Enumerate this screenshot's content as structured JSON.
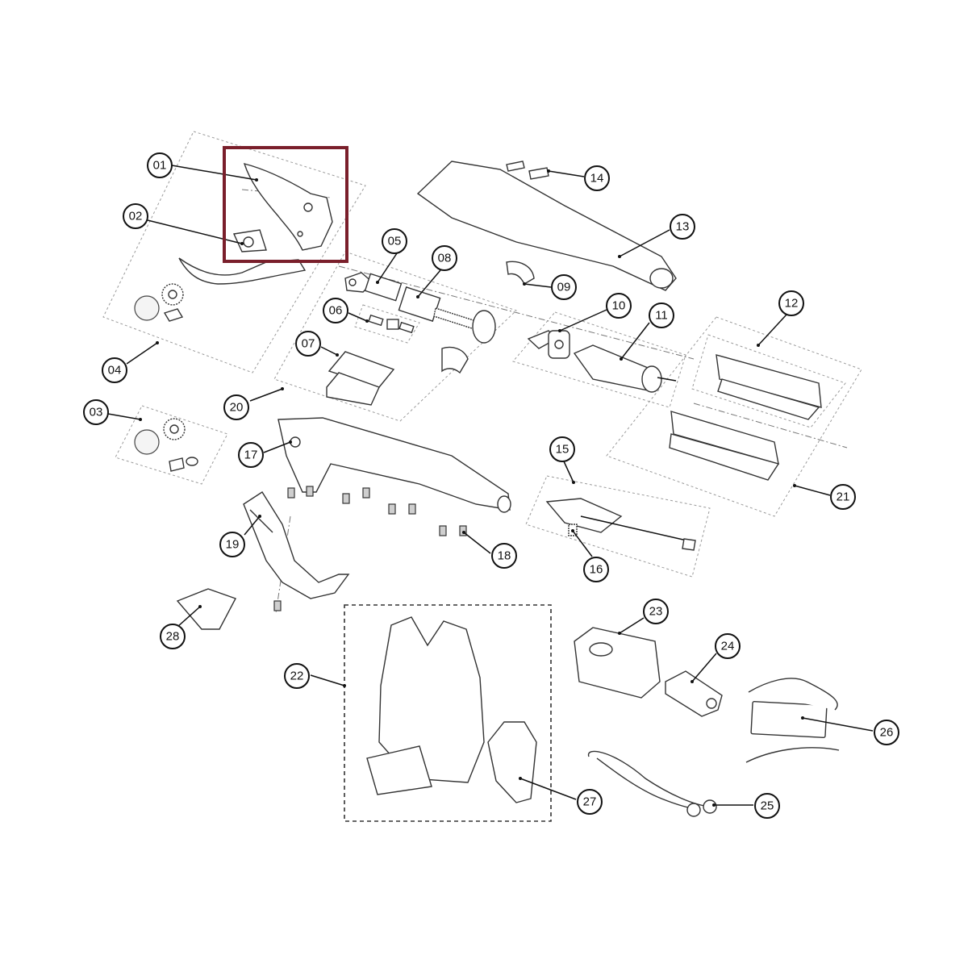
{
  "highlight": {
    "target_part": "01",
    "color": "#7a1f2b"
  },
  "callouts": [
    {
      "id": "c01",
      "label": "01"
    },
    {
      "id": "c02",
      "label": "02"
    },
    {
      "id": "c03",
      "label": "03"
    },
    {
      "id": "c04",
      "label": "04"
    },
    {
      "id": "c05",
      "label": "05"
    },
    {
      "id": "c06",
      "label": "06"
    },
    {
      "id": "c07",
      "label": "07"
    },
    {
      "id": "c08",
      "label": "08"
    },
    {
      "id": "c09",
      "label": "09"
    },
    {
      "id": "c10",
      "label": "10"
    },
    {
      "id": "c11",
      "label": "11"
    },
    {
      "id": "c12",
      "label": "12"
    },
    {
      "id": "c13",
      "label": "13"
    },
    {
      "id": "c14",
      "label": "14"
    },
    {
      "id": "c15",
      "label": "15"
    },
    {
      "id": "c16",
      "label": "16"
    },
    {
      "id": "c17",
      "label": "17"
    },
    {
      "id": "c18",
      "label": "18"
    },
    {
      "id": "c19",
      "label": "19"
    },
    {
      "id": "c20",
      "label": "20"
    },
    {
      "id": "c21",
      "label": "21"
    },
    {
      "id": "c22",
      "label": "22"
    },
    {
      "id": "c23",
      "label": "23"
    },
    {
      "id": "c24",
      "label": "24"
    },
    {
      "id": "c25",
      "label": "25"
    },
    {
      "id": "c26",
      "label": "26"
    },
    {
      "id": "c27",
      "label": "27"
    },
    {
      "id": "c28",
      "label": "28"
    }
  ]
}
